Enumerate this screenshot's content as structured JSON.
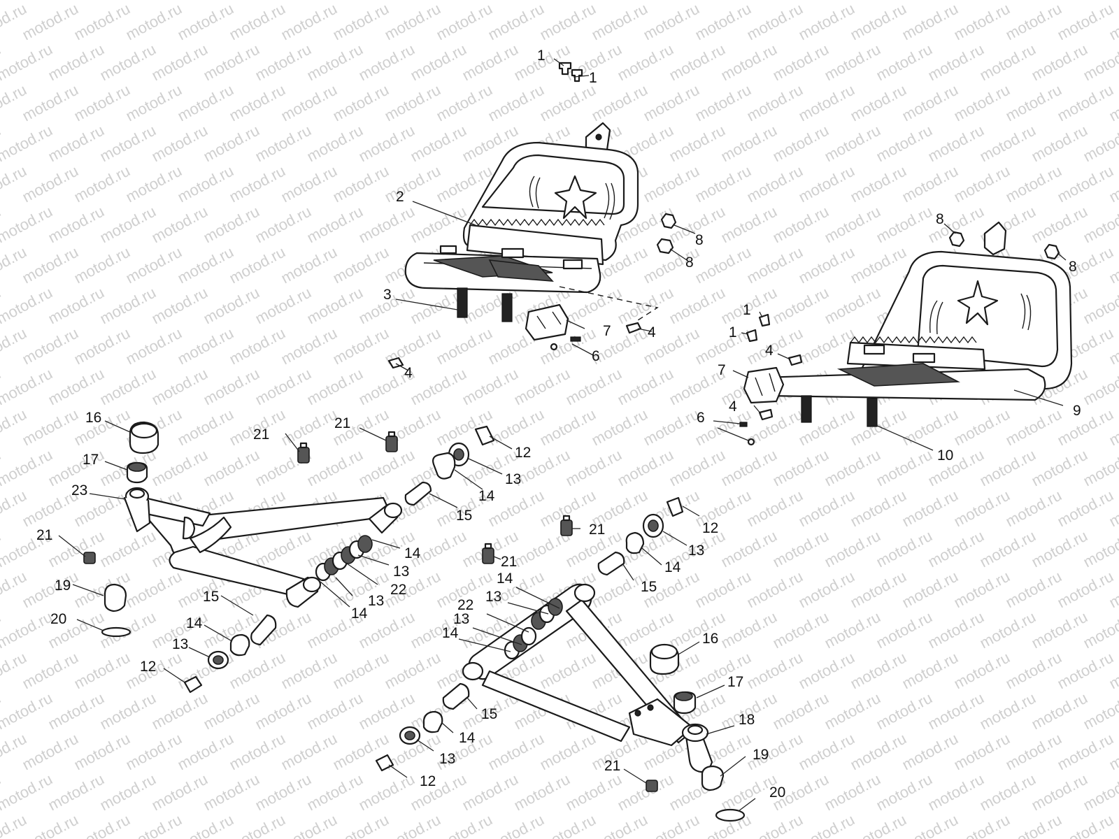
{
  "watermark": {
    "text": "motod.ru"
  },
  "callouts": [
    {
      "id": "c1a",
      "text": "1"
    },
    {
      "id": "c1b",
      "text": "1"
    },
    {
      "id": "c2",
      "text": "2"
    },
    {
      "id": "c3",
      "text": "3"
    },
    {
      "id": "c4a",
      "text": "4"
    },
    {
      "id": "c4b",
      "text": "4"
    },
    {
      "id": "c6a",
      "text": "6"
    },
    {
      "id": "c7a",
      "text": "7"
    },
    {
      "id": "c8a",
      "text": "8"
    },
    {
      "id": "c8b",
      "text": "8"
    },
    {
      "id": "c8c",
      "text": "8"
    },
    {
      "id": "c8d",
      "text": "8"
    },
    {
      "id": "c1c",
      "text": "1"
    },
    {
      "id": "c1d",
      "text": "1"
    },
    {
      "id": "c4c",
      "text": "4"
    },
    {
      "id": "c4d",
      "text": "4"
    },
    {
      "id": "c7b",
      "text": "7"
    },
    {
      "id": "c6b",
      "text": "6"
    },
    {
      "id": "c9",
      "text": "9"
    },
    {
      "id": "c10",
      "text": "10"
    },
    {
      "id": "c16a",
      "text": "16"
    },
    {
      "id": "c17a",
      "text": "17"
    },
    {
      "id": "c23",
      "text": "23"
    },
    {
      "id": "c21a",
      "text": "21"
    },
    {
      "id": "c21b",
      "text": "21"
    },
    {
      "id": "c21c",
      "text": "21"
    },
    {
      "id": "c12a",
      "text": "12"
    },
    {
      "id": "c13a",
      "text": "13"
    },
    {
      "id": "c14a",
      "text": "14"
    },
    {
      "id": "c15a",
      "text": "15"
    },
    {
      "id": "c14b",
      "text": "14"
    },
    {
      "id": "c13b",
      "text": "13"
    },
    {
      "id": "c22a",
      "text": "22"
    },
    {
      "id": "c13c",
      "text": "13"
    },
    {
      "id": "c14c",
      "text": "14"
    },
    {
      "id": "c19a",
      "text": "19"
    },
    {
      "id": "c20a",
      "text": "20"
    },
    {
      "id": "c15b",
      "text": "15"
    },
    {
      "id": "c14d",
      "text": "14"
    },
    {
      "id": "c13d",
      "text": "13"
    },
    {
      "id": "c12b",
      "text": "12"
    },
    {
      "id": "c21d",
      "text": "21"
    },
    {
      "id": "c21e",
      "text": "21"
    },
    {
      "id": "c12c",
      "text": "12"
    },
    {
      "id": "c13e",
      "text": "13"
    },
    {
      "id": "c14e",
      "text": "14"
    },
    {
      "id": "c15c",
      "text": "15"
    },
    {
      "id": "c14f",
      "text": "14"
    },
    {
      "id": "c13f",
      "text": "13"
    },
    {
      "id": "c22b",
      "text": "22"
    },
    {
      "id": "c13g",
      "text": "13"
    },
    {
      "id": "c14g",
      "text": "14"
    },
    {
      "id": "c16b",
      "text": "16"
    },
    {
      "id": "c17b",
      "text": "17"
    },
    {
      "id": "c18",
      "text": "18"
    },
    {
      "id": "c15d",
      "text": "15"
    },
    {
      "id": "c14h",
      "text": "14"
    },
    {
      "id": "c13h",
      "text": "13"
    },
    {
      "id": "c12d",
      "text": "12"
    },
    {
      "id": "c21f",
      "text": "21"
    },
    {
      "id": "c19b",
      "text": "19"
    },
    {
      "id": "c20b",
      "text": "20"
    }
  ]
}
